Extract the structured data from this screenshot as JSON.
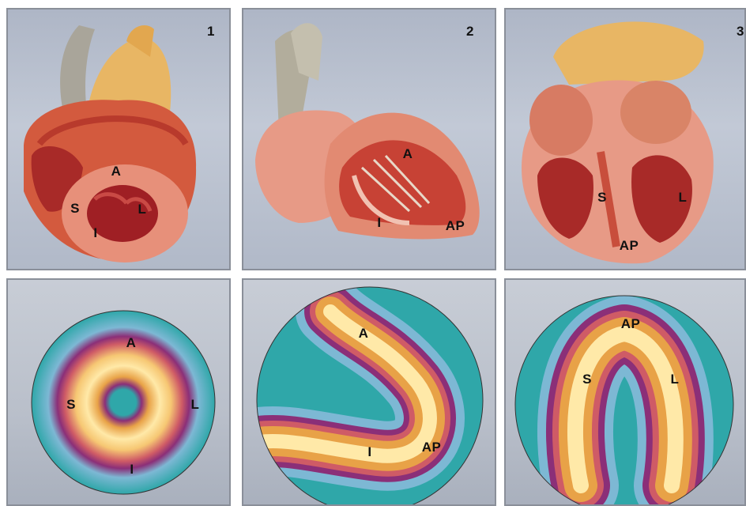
{
  "panels_top": [
    {
      "number": "1",
      "labels": {
        "a": "A",
        "s": "S",
        "l": "L",
        "i": "I"
      }
    },
    {
      "number": "2",
      "labels": {
        "a": "A",
        "i": "I",
        "ap": "AP"
      }
    },
    {
      "number": "3",
      "labels": {
        "s": "S",
        "l": "L",
        "ap": "AP"
      }
    }
  ],
  "panels_bottom": [
    {
      "labels": {
        "a": "A",
        "s": "S",
        "l": "L",
        "i": "I"
      }
    },
    {
      "labels": {
        "a": "A",
        "i": "I",
        "ap": "AP"
      }
    },
    {
      "labels": {
        "ap": "AP",
        "s": "S",
        "l": "L"
      }
    }
  ],
  "colors": {
    "heart_red": "#c8463a",
    "heart_pink": "#e79a86",
    "vessel_yellow": "#e8b664",
    "perfusion_teal": "#2fa7a9",
    "perfusion_purple": "#8b2f78",
    "perfusion_yellow": "#ffe9a8"
  }
}
